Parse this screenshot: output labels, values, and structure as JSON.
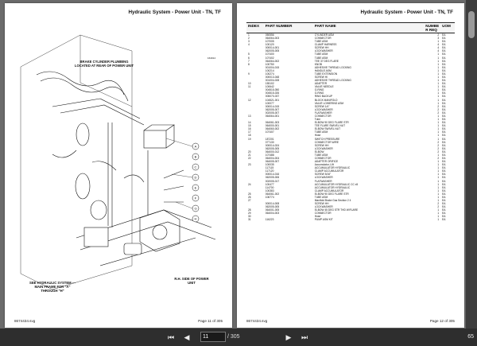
{
  "left_page": {
    "header": "Hydraulic System - Power Unit - TN, TF",
    "drawing_code": "164014",
    "label_brake": "BRAKE CYLINDER PLUMBING LOCATED AT REAR OF POWER UNIT",
    "label_see": "SEE HYDRAULIC SYSTEM — MAIN FRAME FOR \"A\" THROUGH \"H\"",
    "label_rh": "R.H. SIDE OF POWER UNIT",
    "callouts": [
      "A",
      "B",
      "C",
      "D",
      "E",
      "F",
      "G",
      "H"
    ],
    "footer_left": "8674434.svg",
    "footer_right": "Page 11 of 305"
  },
  "right_page": {
    "header": "Hydraulic System - Power Unit - TN, TF",
    "columns": {
      "index": "INDEX",
      "part_number": "PART NUMBER",
      "part_name": "PART NAME",
      "number": "NUMBE",
      "uom": "UOM",
      "req": "R REQ"
    },
    "rows": [
      [
        "1",
        "050556",
        "CYLINDER ASM",
        "2",
        "EA"
      ],
      [
        "2",
        "064064-003",
        "CONNECTOR",
        "3",
        "EA"
      ],
      [
        "3",
        "107005",
        "TUBE ASM",
        "1",
        "EA"
      ],
      [
        "4",
        "100120",
        "CLAMP HARNESS",
        "4",
        "EA"
      ],
      [
        "",
        "000014-001",
        "SCREW HH",
        "4",
        "EA"
      ],
      [
        "",
        "062005-005",
        "LOCKWASHER",
        "4",
        "EA"
      ],
      [
        "5",
        "107400",
        "TUBE ASM",
        "1",
        "EA"
      ],
      [
        "6",
        "107402",
        "TUBE ASM",
        "1",
        "EA"
      ],
      [
        "7",
        "064064-002",
        "TEE 37 DEG FLARE",
        "1",
        "EA"
      ],
      [
        "8",
        "100750",
        "KNOB",
        "1",
        "EA"
      ],
      [
        "",
        "001004-015",
        "ADHESIVE THREAD LOCKING",
        "1",
        "EA"
      ],
      [
        "",
        "100214",
        "HANDLE ASM",
        "1",
        "EA"
      ],
      [
        "9",
        "100274",
        "TUBE EXTENSION",
        "1",
        "EA"
      ],
      [
        "",
        "000013-048",
        "SCREW HI",
        "1",
        "EA"
      ],
      [
        "",
        "001004-028",
        "ADHESIVE THREAD LOCKING",
        "1",
        "EA"
      ],
      [
        "10",
        "155102",
        "ADAPTER",
        "1",
        "EA"
      ],
      [
        "11",
        "100642",
        "VALVE NEEDLE",
        "1",
        "EA"
      ],
      [
        "",
        "004515-050",
        "O-RING",
        "1",
        "EA"
      ],
      [
        "",
        "004515-026",
        "O-RING",
        "1",
        "EA"
      ],
      [
        "",
        "005070-037",
        "RING BACKUP",
        "1",
        "EA"
      ],
      [
        "12",
        "104521-001",
        "BLOCK MANIFOLD",
        "1",
        "EA"
      ],
      [
        "",
        "100077",
        "VALVE LOWERING ASM",
        "1",
        "EA"
      ],
      [
        "",
        "000014-015",
        "SCREW 1/4\"",
        "2",
        "EA"
      ],
      [
        "",
        "062005-007",
        "LOCKWASHER",
        "2",
        "EA"
      ],
      [
        "",
        "002005-007",
        "FLATWASHER",
        "2",
        "EA"
      ],
      [
        "13",
        "064064-001",
        "CONNECTOR",
        "1",
        "EA"
      ],
      [
        "",
        "",
        "Tube",
        "1",
        "EA"
      ],
      [
        "14",
        "064061-003",
        "ELBOW 90 DEG FLARE STR",
        "1",
        "EA"
      ],
      [
        "15",
        "064000-001",
        "TEE FLARE SWIVEL NUT",
        "1",
        "EA"
      ],
      [
        "16",
        "064060-002",
        "ELBOW SWIVEL NUT",
        "1",
        "EA"
      ],
      [
        "17",
        "107407",
        "TUBE ASM",
        "1",
        "EA"
      ],
      [
        "18",
        "",
        "Hose",
        "1",
        "EA"
      ],
      [
        "19",
        "187201",
        "SWITCH PRESSURE",
        "1",
        "EA"
      ],
      [
        "",
        "077130",
        "CONNECTOR WIRE",
        "2",
        "EA"
      ],
      [
        "",
        "000014-024",
        "SCREW HH",
        "2",
        "EA"
      ],
      [
        "",
        "062005-005",
        "LOCKWASHER",
        "2",
        "EA"
      ],
      [
        "20",
        "064000-012",
        "ELBOW",
        "2",
        "EA"
      ],
      [
        "21",
        "107488",
        "TUBE ASM",
        "1",
        "EA"
      ],
      [
        "22",
        "064004-004",
        "CONNECTOR",
        "2",
        "EA"
      ],
      [
        "",
        "064005-007",
        "ADAPTER ORIFICE",
        "1",
        "EA"
      ],
      [
        "23",
        "100035",
        "Accumulator, LIft",
        "1",
        "EA"
      ],
      [
        "",
        "117115",
        "ACCUMULATOR HYDRAULIC",
        "1",
        "EA"
      ],
      [
        "",
        "117120",
        "CLAMP ACCUMULATOR",
        "1",
        "EA"
      ],
      [
        "",
        "000014-016",
        "SCREW 5/16\"",
        "1",
        "EA"
      ],
      [
        "",
        "062005-006",
        "LOCKWASHER",
        "1",
        "EA"
      ],
      [
        "",
        "002005-017",
        "FLATWASHER",
        "1",
        "EA"
      ],
      [
        "24",
        "100477",
        "ACCUMULATOR HYDRAULIC CC x5",
        "1",
        "EA"
      ],
      [
        "",
        "114700",
        "ACCUMULATOR HYDRAULIC",
        "1",
        "EA"
      ],
      [
        "",
        "100383",
        "CLAMP ACCUMULATOR",
        "1",
        "EA"
      ],
      [
        "25",
        "064061-002",
        "ELBOW 90 DEG FLARE STR",
        "1",
        "EA"
      ],
      [
        "26",
        "106774",
        "TUBE ASM",
        "1",
        "EA"
      ],
      [
        "27",
        "",
        "Manifold Brake Gas Section 2 4",
        "1",
        "EA"
      ],
      [
        "",
        "000014-008",
        "SCREW HH",
        "2",
        "EA"
      ],
      [
        "",
        "062005-005",
        "LOCKWASHER",
        "2",
        "EA"
      ],
      [
        "28",
        "064001-005",
        "ELBOW 45 DEG STR THD W/FLARE",
        "1",
        "EA"
      ],
      [
        "29",
        "064004-003",
        "CONNECTOR",
        "1",
        "EA"
      ],
      [
        "30",
        "",
        "Hose",
        "1",
        "EA"
      ],
      [
        "31",
        "116223",
        "PUMP ASM KIT",
        "1",
        "EA"
      ]
    ],
    "footer_left": "8674434.svg",
    "footer_right": "Page 12 of 305"
  },
  "toolbar": {
    "first_icon": "⏮",
    "prev_icon": "◀",
    "page_value": "11",
    "page_total": "/ 305",
    "next_icon": "▶",
    "last_icon": "⏭",
    "zoom": "65"
  }
}
